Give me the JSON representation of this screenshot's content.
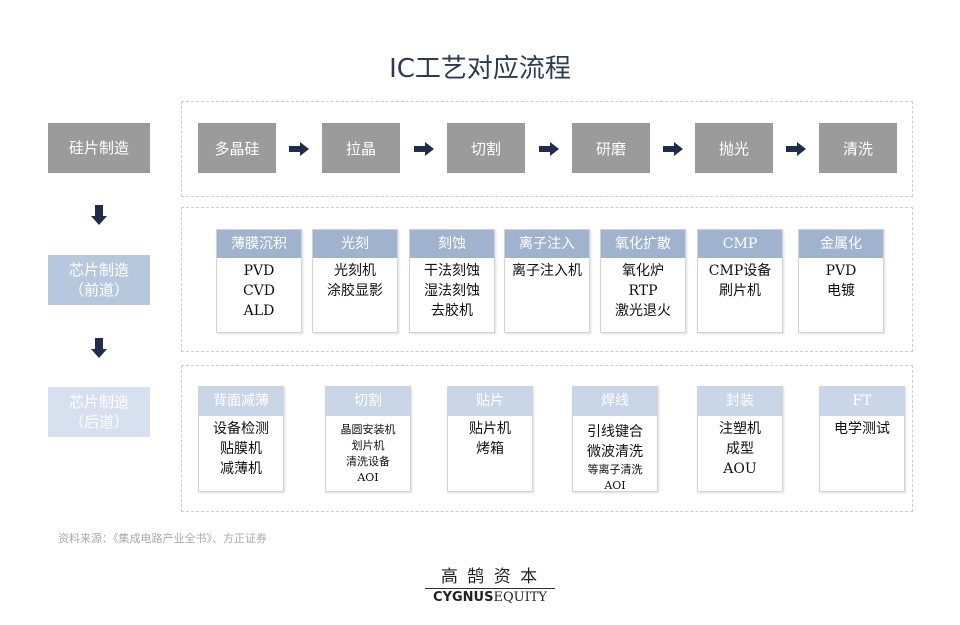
{
  "title": "IC工艺对应流程",
  "stages": [
    {
      "line1": "硅片制造",
      "line2": ""
    },
    {
      "line1": "芯片制造",
      "line2": "（前道）"
    },
    {
      "line1": "芯片制造",
      "line2": "（后道）"
    }
  ],
  "wafer_steps": [
    "多晶硅",
    "拉晶",
    "切割",
    "研磨",
    "抛光",
    "清洗"
  ],
  "front_end": [
    {
      "header": "薄膜沉积",
      "items": [
        "PVD",
        "CVD",
        "ALD"
      ]
    },
    {
      "header": "光刻",
      "items": [
        "光刻机",
        "涂胶显影"
      ]
    },
    {
      "header": "刻蚀",
      "items": [
        "干法刻蚀",
        "湿法刻蚀",
        "去胶机"
      ]
    },
    {
      "header": "离子注入",
      "items": [
        "离子注入机"
      ]
    },
    {
      "header": "氧化扩散",
      "items": [
        "氧化炉",
        "RTP",
        "激光退火"
      ]
    },
    {
      "header": "CMP",
      "items": [
        "CMP设备",
        "刷片机"
      ]
    },
    {
      "header": "金属化",
      "items": [
        "PVD",
        "电镀"
      ]
    }
  ],
  "back_end": [
    {
      "header": "背面减薄",
      "items": [
        "设备检测",
        "贴膜机",
        "减薄机"
      ]
    },
    {
      "header": "切割",
      "items": [
        "晶圆安装机",
        "划片机",
        "清洗设备",
        "AOI"
      ]
    },
    {
      "header": "贴片",
      "items": [
        "贴片机",
        "烤箱"
      ]
    },
    {
      "header": "焊线",
      "items": [
        "引线键合",
        "微波清洗",
        "等离子清洗",
        "AOI"
      ]
    },
    {
      "header": "封装",
      "items": [
        "注塑机",
        "成型",
        "AOU"
      ]
    },
    {
      "header": "FT",
      "items": [
        "电学测试"
      ]
    }
  ],
  "source": "资料来源：《集成电路产业全书》、方正证券",
  "logo": {
    "cn": "高 鹄 资 本",
    "en_bold": "CYGNUS",
    "en_light": "EQUITY"
  },
  "colors": {
    "gray": "#9b9b9b",
    "front_header": "#9fb3cf",
    "back_header": "#c9d6e8",
    "arrow": "#1f2d4a"
  }
}
